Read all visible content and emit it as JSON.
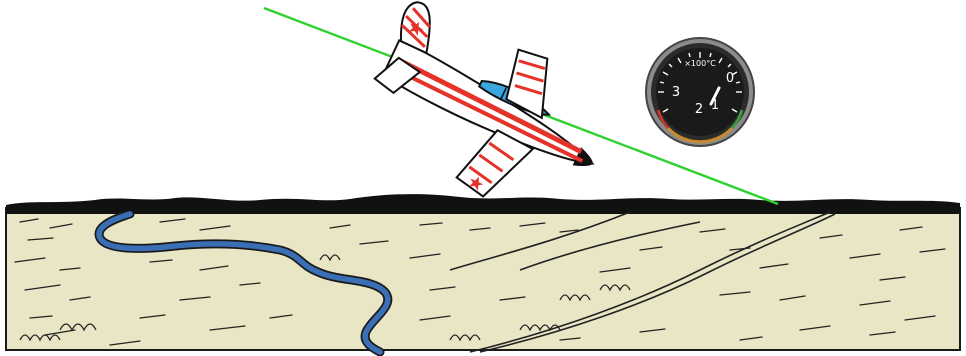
{
  "scene": {
    "gauge": {
      "unit_label": "×100°C",
      "scale_labels": [
        "3",
        "2",
        "1",
        "0"
      ]
    },
    "colors": {
      "sky": "#ffffff",
      "ground": "#e8e6c4",
      "horizon_silhouette": "#111111",
      "river": "#3a6fb5",
      "flight_path_line": "#2fd12f",
      "aircraft_stripes": "#e5332a",
      "aircraft_body": "#ffffff",
      "canopy": "#39a6de",
      "gauge_face": "#1a1a1a",
      "gauge_bezel": "#8c8c8c"
    }
  }
}
